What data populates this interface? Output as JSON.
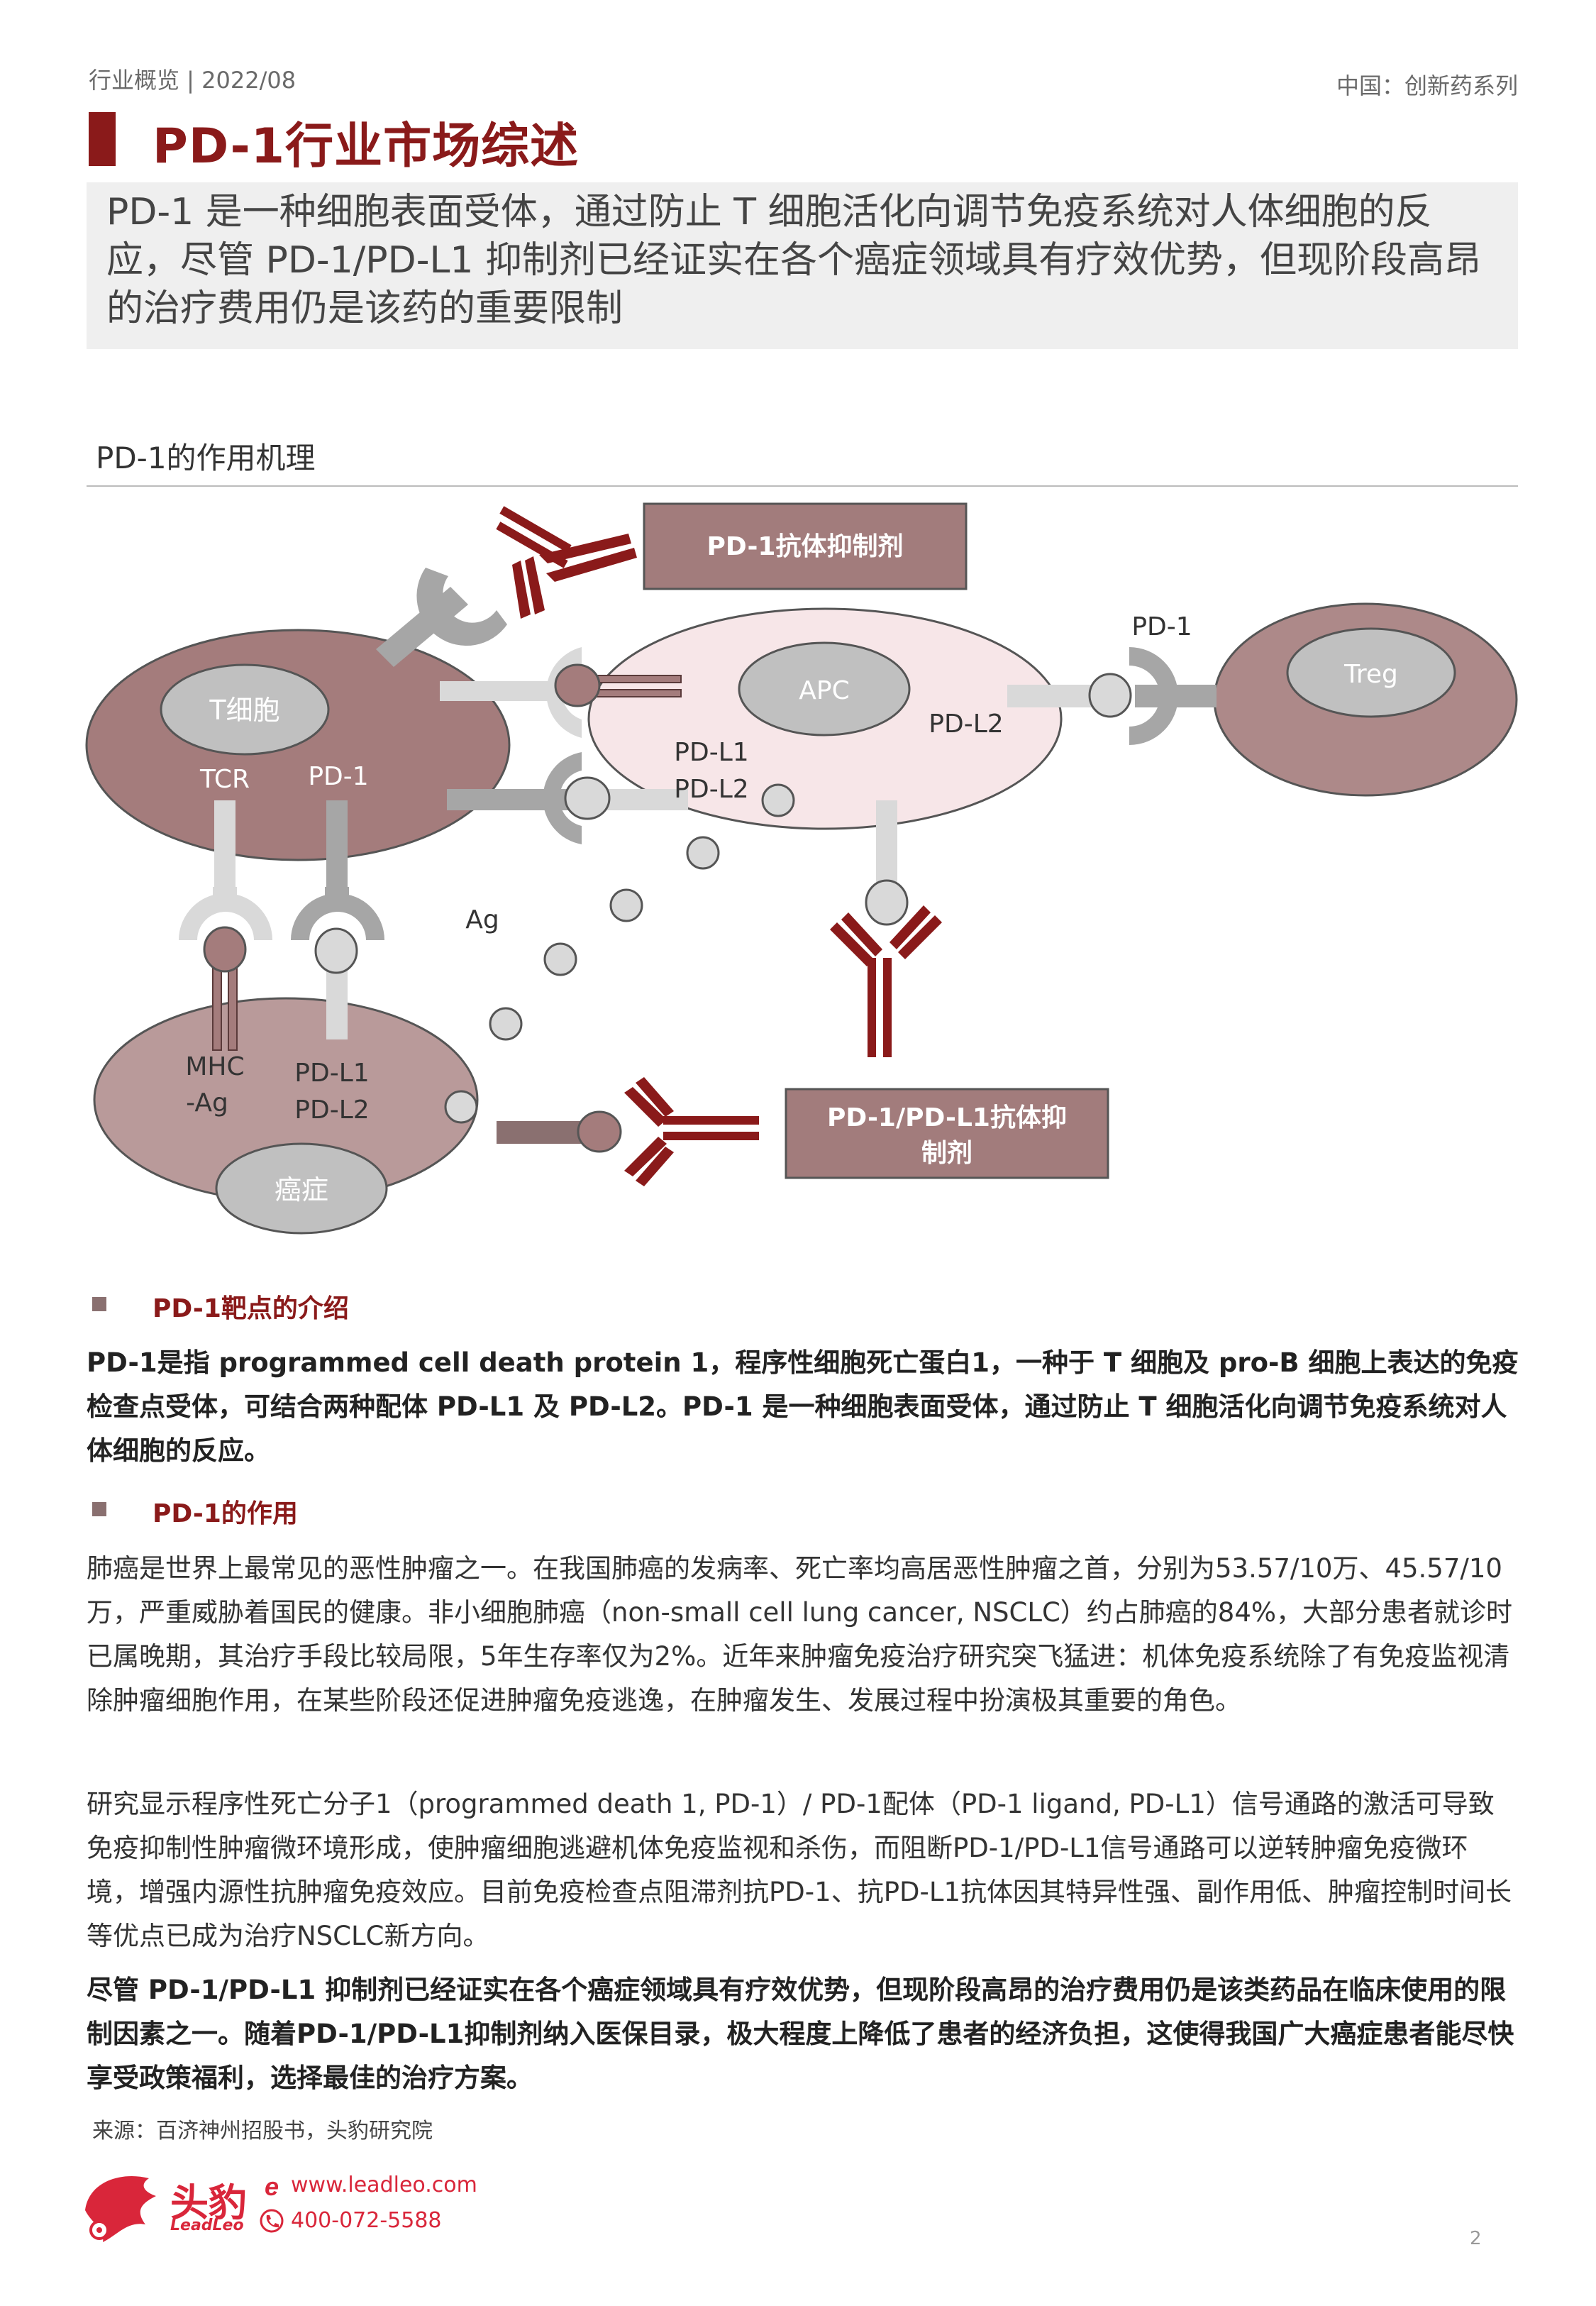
{
  "header": {
    "left": "行业概览 | 2022/08",
    "right": "中国：创新药系列"
  },
  "title": "PD-1行业市场综述",
  "summary": "PD-1 是一种细胞表面受体，通过防止 T 细胞活化向调节免疫系统对人体细胞的反应，尽管 PD-1/PD-L1 抑制剂已经证实在各个癌症领域具有疗效优势，但现阶段高昂的治疗费用仍是该药的重要限制",
  "section_title": "PD-1的作用机理",
  "diagram": {
    "pd1_antibody": "PD-1抗体抑制剂",
    "pd_l1_antibody_line1": "PD-1/PD-L1抗体抑",
    "pd_l1_antibody_line2": "制剂",
    "t_cell": "T细胞",
    "tcr": "TCR",
    "pd1_tcell": "PD-1",
    "apc": "APC",
    "apc_pdl1": "PD-L1",
    "apc_pdl2": "PD-L2",
    "apc_pdl2_right": "PD-L2",
    "treg": "Treg",
    "treg_pd1": "PD-1",
    "ag": "Ag",
    "mhc_line1": "MHC",
    "mhc_line2": "-Ag",
    "cancer_pdl1": "PD-L1",
    "cancer_pdl2": "PD-L2",
    "cancer": "癌症",
    "colors": {
      "dark_red": "#8a1a1a",
      "tcell_fill": "#a47c7c",
      "apc_fill": "#f7e6e8",
      "treg_fill": "#ad8989",
      "cancer_fill": "#b99a9a",
      "nucleus_fill": "#c0c0c0",
      "receptor_gray": "#a6a6a6",
      "ligand_light": "#d9d9d9",
      "label_box": "#a27c7c"
    }
  },
  "sections": [
    {
      "heading": "PD-1靶点的介绍",
      "paragraphs": [
        {
          "bold": true,
          "text": "PD-1是指 programmed cell death protein 1，程序性细胞死亡蛋白1，一种于 T 细胞及 pro-B 细胞上表达的免疫检查点受体，可结合两种配体 PD-L1 及 PD-L2。PD-1 是一种细胞表面受体，通过防止 T 细胞活化向调节免疫系统对人体细胞的反应。"
        }
      ]
    },
    {
      "heading": "PD-1的作用",
      "paragraphs": [
        {
          "bold": false,
          "text": "肺癌是世界上最常见的恶性肿瘤之一。在我国肺癌的发病率、死亡率均高居恶性肿瘤之首，分别为53.57/10万、45.57/10万，严重威胁着国民的健康。非小细胞肺癌（non-small cell lung cancer, NSCLC）约占肺癌的84%，大部分患者就诊时已属晚期，其治疗手段比较局限，5年生存率仅为2%。近年来肿瘤免疫治疗研究突飞猛进：机体免疫系统除了有免疫监视清除肿瘤细胞作用，在某些阶段还促进肿瘤免疫逃逸，在肿瘤发生、发展过程中扮演极其重要的角色。"
        },
        {
          "bold": false,
          "text": "研究显示程序性死亡分子1（programmed death 1, PD-1）/ PD-1配体（PD-1 ligand, PD-L1）信号通路的激活可导致免疫抑制性肿瘤微环境形成，使肿瘤细胞逃避机体免疫监视和杀伤，而阻断PD-1/PD-L1信号通路可以逆转肿瘤免疫微环境，增强内源性抗肿瘤免疫效应。目前免疫检查点阻滞剂抗PD-1、抗PD-L1抗体因其特异性强、副作用低、肿瘤控制时间长等优点已成为治疗NSCLC新方向。"
        },
        {
          "bold": true,
          "text": "尽管 PD-1/PD-L1 抑制剂已经证实在各个癌症领域具有疗效优势，但现阶段高昂的治疗费用仍是该类药品在临床使用的限制因素之一。随着PD-1/PD-L1抑制剂纳入医保目录，极大程度上降低了患者的经济负担，这使得我国广大癌症患者能尽快享受政策福利，选择最佳的治疗方案。"
        }
      ]
    }
  ],
  "source": "来源：百济神州招股书，头豹研究院",
  "footer": {
    "brand_cn": "头豹",
    "brand_en": "LeadLeo",
    "website": "www.leadleo.com",
    "phone": "400-072-5588",
    "page": "2"
  }
}
